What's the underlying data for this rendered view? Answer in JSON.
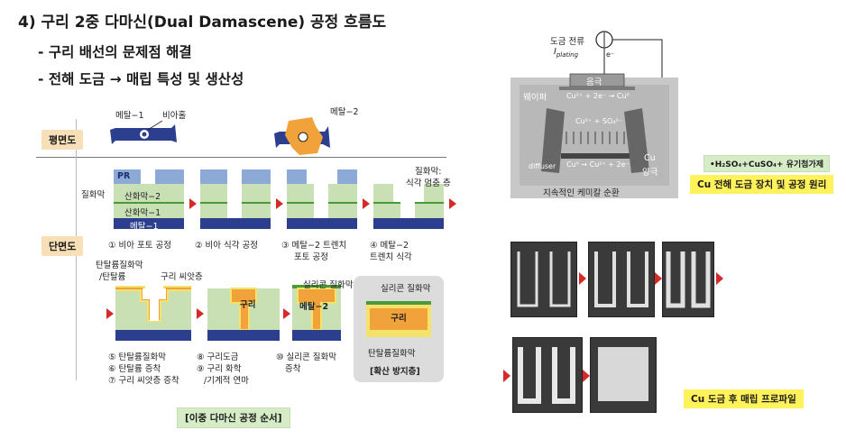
{
  "header": {
    "title": "4) 구리 2중 다마신(Dual Damascene) 공정 흐름도",
    "bullets": [
      "- 구리 배선의 문제점 해결",
      "- 전해 도금 → 매립 특성 및 생산성"
    ]
  },
  "row_labels": {
    "plan": "평면도",
    "section": "단면도"
  },
  "plan_view": {
    "metal1": "메탈−1",
    "via_hole": "비아홀",
    "metal2": "메탈−2"
  },
  "section_labels": {
    "pr": "PR",
    "nitride": "질화막",
    "oxide2": "산화막−2",
    "oxide1": "산화막−1",
    "metal1": "메탈−1",
    "etch_stop_1": "질화막:",
    "etch_stop_2": "식각 멈춤 층",
    "tan_1": "탄탈륨질화막",
    "tan_2": "/탄탈륨",
    "cu_seed": "구리 씨앗층",
    "copper": "구리",
    "sin": "실리콘 질화막",
    "metal2": "메탈−2"
  },
  "steps": {
    "s1": "① 비아 포토 공정",
    "s2": "② 비아 식각 공정",
    "s3a": "③ 메탈−2 트렌치",
    "s3b": "포토 공정",
    "s4a": "④ 메탈−2",
    "s4b": "트렌치 식각",
    "s5": "⑤ 탄탈륨질화막",
    "s6": "⑥ 탄탈륨 증착",
    "s7": "⑦ 구리 씨앗층 증착",
    "s8": "⑧ 구리도금",
    "s9": "⑨ 구리 화학",
    "s9b": "/기계적 연마",
    "s10": "⑩ 실리콘 질화막",
    "s10b": "증착"
  },
  "diffusion_box": {
    "sin": "실리콘 질화막",
    "copper": "구리",
    "tan": "탄탈륨질화막",
    "caption": "[확산 방지층]"
  },
  "sequence_caption": "[이중 다마신 공정 순서]",
  "plating": {
    "current_1": "도금 전류",
    "current_2": "I",
    "current_sub": "plating",
    "electron": "e⁻",
    "cathode": "음극",
    "wafer": "웨이퍼",
    "rxn1": "Cu²⁺ + 2e⁻ → Cu⁰",
    "rxn2": "Cu²⁺ + SO₄²⁻",
    "rxn3": "Cu⁰ → Cu²⁺ + 2e⁻",
    "diffuser": "diffuser",
    "anode_1": "Cu",
    "anode_2": "양극",
    "circulation": "지속적인 케미칼 순환",
    "chem": "•H₂SO₄+CuSO₄+ 유기첨가제",
    "caption": "Cu 전해 도금 장치 및 공정 원리"
  },
  "fill_caption": "Cu 도금 후 매립 프로파일",
  "colors": {
    "oxide": "#c9e0b4",
    "metal": "#2c3f8f",
    "pr": "#8da9d6",
    "nitride_line": "#4a9a3a",
    "copper": "#f2a23a",
    "tan": "#f5e26a",
    "arrow": "#d42a2a",
    "tag": "#f7dfb8"
  }
}
